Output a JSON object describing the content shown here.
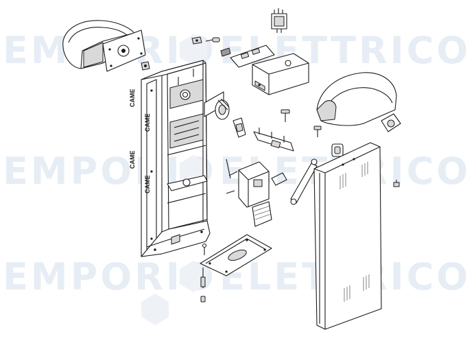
{
  "watermark": {
    "left": "EMPORIO",
    "right": "ELETTRICO"
  },
  "logo_text": "CAME",
  "colors": {
    "line": "#1a1a1a",
    "watermark": "#e7edf4",
    "shade": "#d9d9d9"
  }
}
